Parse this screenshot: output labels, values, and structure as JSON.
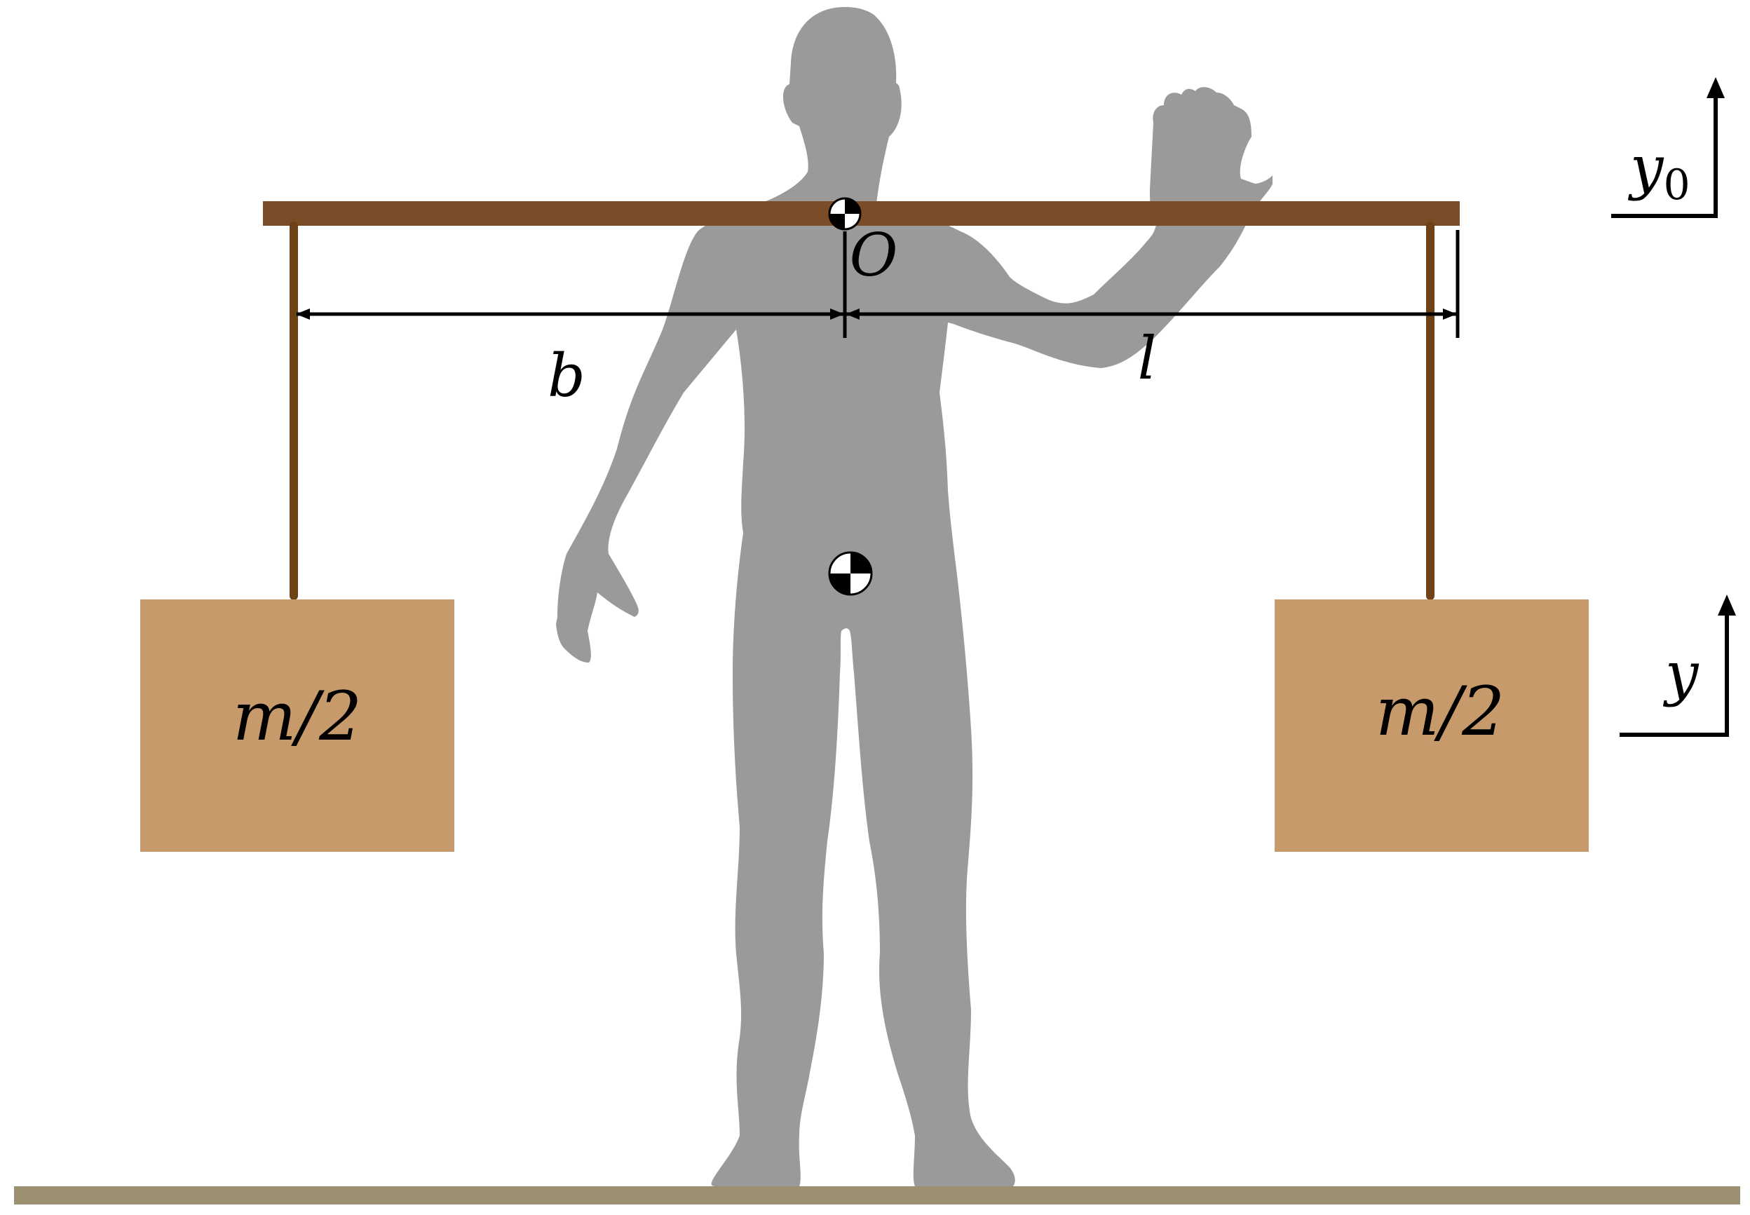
{
  "labels": {
    "origin": "O",
    "left_distance": "b",
    "right_distance": "l",
    "left_mass": "m/2",
    "right_mass": "m/2",
    "upper_axis_base": "y",
    "upper_axis_subscript": "0",
    "lower_axis": "y"
  },
  "colors": {
    "pole": "#7A4C28",
    "hanger": "#6E4216",
    "box": "#C69A6A",
    "person": "#9A9A9A",
    "ground": "#9B9070",
    "line": "#000000"
  },
  "icons": {
    "pole_center_marker": "center-of-mass-icon",
    "body_center_marker": "center-of-mass-icon"
  }
}
